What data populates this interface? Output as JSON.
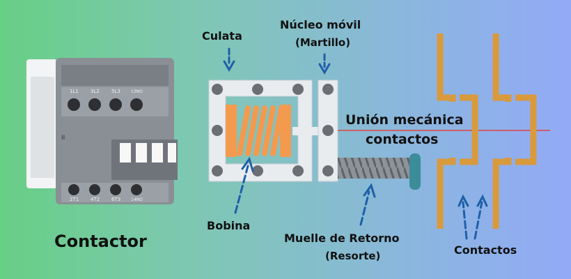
{
  "labels": {
    "contactor": "Contactor",
    "culata": "Culata",
    "nucleo_movil": "Núcleo móvil",
    "martillo": "(Martillo)",
    "union_line1": "Unión mecánica",
    "union_line2": "contactos",
    "bobina": "Bobina",
    "muelle": "Muelle de Retorno",
    "resorte": "(Resorte)",
    "contactos": "Contactos"
  },
  "device": {
    "top_terminals": [
      "1L1",
      "3L2",
      "5L3",
      "13NO"
    ],
    "bottom_terminals": [
      "2T1",
      "4T2",
      "6T3",
      "14NO"
    ],
    "side_marks": [
      "II"
    ]
  },
  "colors": {
    "bg_left": "#68cf86",
    "bg_right": "#93aaf7",
    "frame": "#e8ecef",
    "bolt": "#6b6e73",
    "coil": "#f39a4f",
    "contact": "#d89a3c",
    "arrow": "#1f5fa8",
    "mech_line": "#e0453f",
    "spring": "#7a7f87",
    "piston": "#3b8d98"
  }
}
